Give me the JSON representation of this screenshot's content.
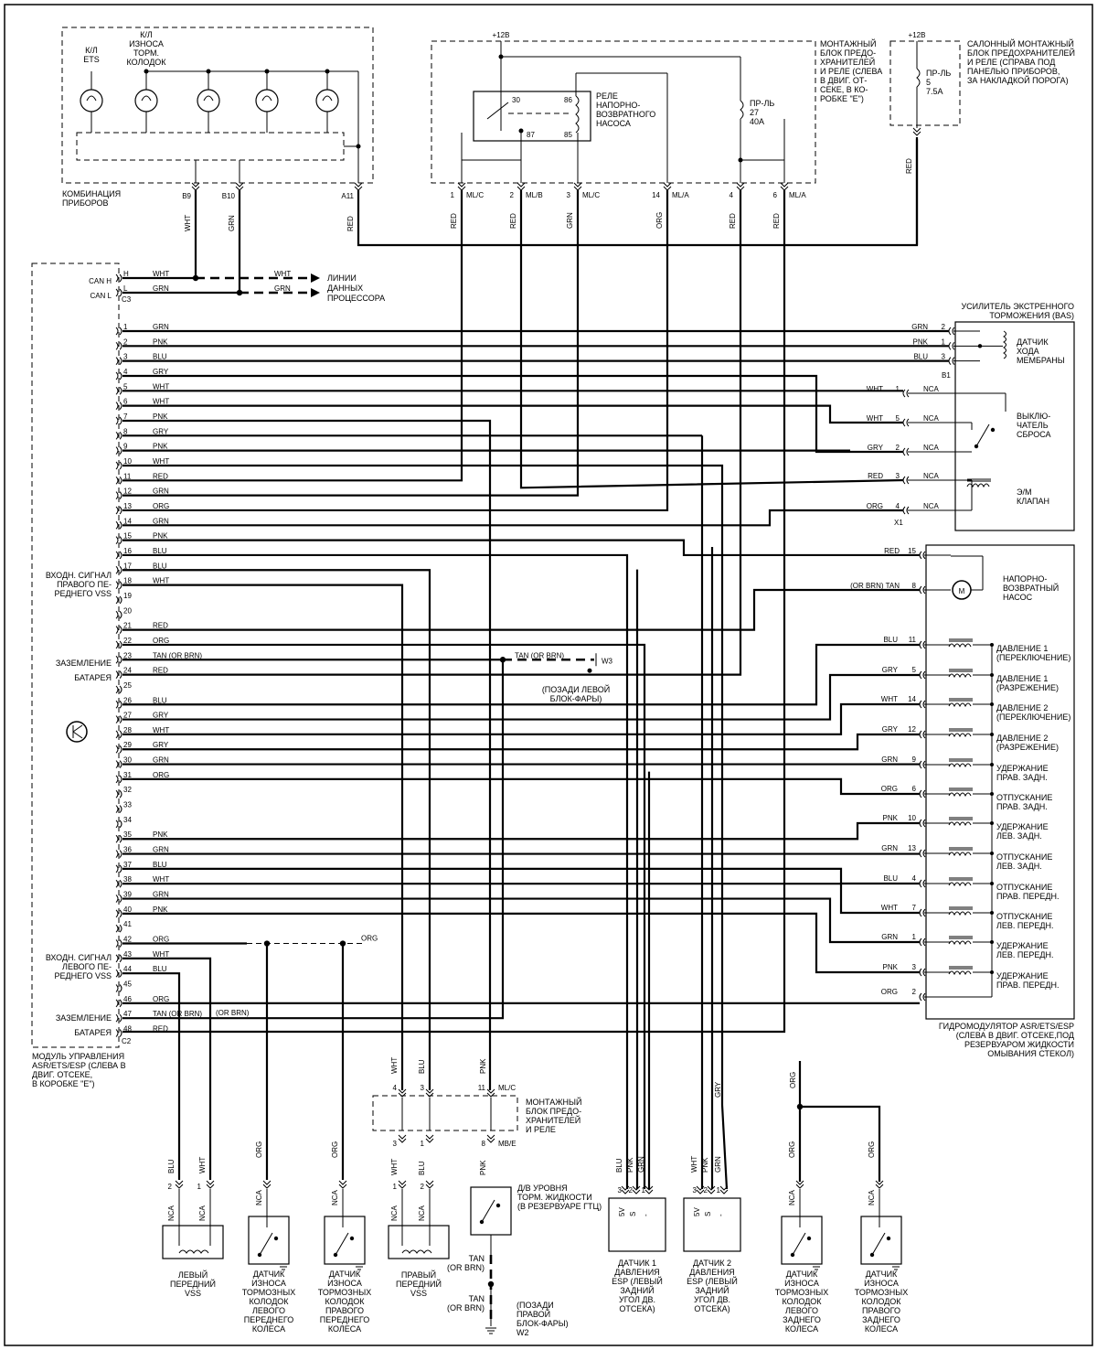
{
  "abs_module": {
    "caption": [
      "МОДУЛЬ УПРАВЛЕНИЯ",
      "ASR/ETS/ESP (СЛЕВА В",
      "ДВИГ. ОТСЕКЕ,",
      "В КОРОБКЕ \"E\")"
    ],
    "can_h": "CAN H",
    "can_l": "CAN L",
    "conn_top": "C3",
    "conn_bottom": "C2",
    "side_labels": {
      "right_vss": [
        "ВХОДН. СИГНАЛ",
        "ПРАВОГО ПЕ-",
        "РЕДНЕГО VSS"
      ],
      "ground1": [
        "ЗАЗЕМЛЕНИЕ",
        "БАТАРЕЯ"
      ],
      "left_vss": [
        "ВХОДН. СИГНАЛ",
        "ЛЕВОГО ПЕ-",
        "РЕДНЕГО VSS"
      ],
      "ground2": [
        "ЗАЗЕМЛЕНИЕ",
        "БАТАРЕЯ"
      ]
    },
    "pins": [
      {
        "n": "1",
        "c": "GRN"
      },
      {
        "n": "2",
        "c": "PNK"
      },
      {
        "n": "3",
        "c": "BLU"
      },
      {
        "n": "4",
        "c": "GRY"
      },
      {
        "n": "5",
        "c": "WHT"
      },
      {
        "n": "6",
        "c": "WHT"
      },
      {
        "n": "7",
        "c": "PNK"
      },
      {
        "n": "8",
        "c": "GRY"
      },
      {
        "n": "9",
        "c": "PNK"
      },
      {
        "n": "10",
        "c": "WHT"
      },
      {
        "n": "11",
        "c": "RED"
      },
      {
        "n": "12",
        "c": "GRN"
      },
      {
        "n": "13",
        "c": "ORG"
      },
      {
        "n": "14",
        "c": "GRN"
      },
      {
        "n": "15",
        "c": "PNK"
      },
      {
        "n": "16",
        "c": "BLU"
      },
      {
        "n": "17",
        "c": "BLU"
      },
      {
        "n": "18",
        "c": "WHT"
      },
      {
        "n": "19",
        "c": ""
      },
      {
        "n": "20",
        "c": ""
      },
      {
        "n": "21",
        "c": "RED"
      },
      {
        "n": "22",
        "c": "ORG"
      },
      {
        "n": "23",
        "c": "TAN (OR BRN)"
      },
      {
        "n": "24",
        "c": "RED"
      },
      {
        "n": "25",
        "c": ""
      },
      {
        "n": "26",
        "c": "BLU"
      },
      {
        "n": "27",
        "c": "GRY"
      },
      {
        "n": "28",
        "c": "WHT"
      },
      {
        "n": "29",
        "c": "GRY"
      },
      {
        "n": "30",
        "c": "GRN"
      },
      {
        "n": "31",
        "c": "ORG"
      },
      {
        "n": "32",
        "c": ""
      },
      {
        "n": "33",
        "c": ""
      },
      {
        "n": "34",
        "c": ""
      },
      {
        "n": "35",
        "c": "PNK"
      },
      {
        "n": "36",
        "c": "GRN"
      },
      {
        "n": "37",
        "c": "BLU"
      },
      {
        "n": "38",
        "c": "WHT"
      },
      {
        "n": "39",
        "c": "GRN"
      },
      {
        "n": "40",
        "c": "PNK"
      },
      {
        "n": "41",
        "c": ""
      },
      {
        "n": "42",
        "c": "ORG"
      },
      {
        "n": "43",
        "c": "WHT"
      },
      {
        "n": "44",
        "c": "BLU"
      },
      {
        "n": "45",
        "c": ""
      },
      {
        "n": "46",
        "c": "ORG"
      },
      {
        "n": "47",
        "c": "TAN (OR BRN)"
      },
      {
        "n": "48",
        "c": "RED"
      }
    ]
  },
  "can_lines": {
    "h_color": "WHT",
    "l_color": "GRN",
    "label": [
      "ЛИНИИ",
      "ДАННЫХ",
      "ПРОЦЕССОРА"
    ]
  },
  "cluster": {
    "caption": [
      "КОМБИНАЦИЯ",
      "ПРИБОРОВ"
    ],
    "lamp1": [
      "К/Л",
      "ETS"
    ],
    "lamp2": [
      "К/Л",
      "ИЗНОСА",
      "ТОРМ.",
      "КОЛОДОК"
    ],
    "pins": [
      "B9",
      "B10",
      "A11"
    ],
    "wires": [
      "WHT",
      "GRN",
      "RED"
    ]
  },
  "fuse_block": {
    "caption": [
      "МОНТАЖНЫЙ",
      "БЛОК ПРЕДО-",
      "ХРАНИТЕЛЕЙ",
      "И РЕЛЕ (СЛЕВА",
      "В ДВИГ. ОТ-",
      "СЕКЕ, В КО-",
      "РОБКЕ \"E\")"
    ],
    "plus": "+12В",
    "relay": [
      "РЕЛЕ",
      "НАПОРНО-",
      "ВОЗВРАТНОГО",
      "НАСОСА"
    ],
    "relay_pins": [
      "30",
      "86",
      "87",
      "85"
    ],
    "fuse": [
      "ПР-ЛЬ",
      "27",
      "40A"
    ],
    "pins": [
      {
        "n": "1",
        "c": "ML/C",
        "w": "RED"
      },
      {
        "n": "2",
        "c": "ML/B",
        "w": "RED"
      },
      {
        "n": "3",
        "c": "ML/C",
        "w": "GRN"
      },
      {
        "n": "14",
        "c": "ML/A",
        "w": "ORG"
      },
      {
        "n": "4",
        "c": "",
        "w": "RED"
      },
      {
        "n": "6",
        "c": "ML/A",
        "w": "RED"
      }
    ]
  },
  "cabin_block": {
    "plus": "+12В",
    "fuse": [
      "ПР-ЛЬ",
      "5",
      "7.5A"
    ],
    "caption": [
      "САЛОННЫЙ МОНТАЖНЫЙ",
      "БЛОК ПРЕДОХРАНИТЕЛЕЙ",
      "И РЕЛЕ (СПРАВА ПОД",
      "ПАНЕЛЬЮ ПРИБОРОВ,",
      "ЗА НАКЛАДКОЙ ПОРОГА)"
    ],
    "wire": "RED"
  },
  "bas": {
    "caption": [
      "УСИЛИТЕЛЬ ЭКСТРЕННОГО",
      "ТОРМОЖЕНИЯ (BAS)"
    ],
    "sensor": [
      "ДАТЧИК",
      "ХОДА",
      "МЕМБРАНЫ"
    ],
    "b1": "B1",
    "sensor_pins": [
      {
        "c": "GRN",
        "n": "2"
      },
      {
        "c": "PNK",
        "n": "1"
      },
      {
        "c": "BLU",
        "n": "3"
      }
    ],
    "switch": [
      "ВЫКЛЮ-",
      "ЧАТЕЛЬ",
      "СБРОСА"
    ],
    "valve": [
      "Э/М",
      "КЛАПАН"
    ],
    "x1": "X1",
    "nca": "NCA",
    "x1_pins": [
      {
        "c": "WHT",
        "n": "1"
      },
      {
        "c": "WHT",
        "n": "5"
      },
      {
        "c": "GRY",
        "n": "2"
      },
      {
        "c": "RED",
        "n": "3"
      },
      {
        "c": "ORG",
        "n": "4"
      }
    ]
  },
  "hcu": {
    "caption": [
      "ГИДРОМОДУЛЯТОР ASR/ETS/ESP",
      "(СЛЕВА В ДВИГ. ОТСЕКЕ,ПОД",
      "РЕЗЕРВУАРОМ ЖИДКОСТИ",
      "ОМЫВАНИЯ СТЕКОЛ)"
    ],
    "pump": [
      "НАПОРНО-",
      "ВОЗВРАТНЫЙ",
      "НАСОС"
    ],
    "pump_pins": [
      {
        "c": "RED",
        "n": "15"
      },
      {
        "c": "(OR BRN)  TAN",
        "n": "8"
      }
    ],
    "valves": [
      {
        "c": "BLU",
        "n": "11",
        "l": [
          "ДАВЛЕНИЕ 1",
          "(ПЕРЕКЛЮЧЕНИЕ)"
        ]
      },
      {
        "c": "GRY",
        "n": "5",
        "l": [
          "ДАВЛЕНИЕ 1",
          "(РАЗРЕЖЕНИЕ)"
        ]
      },
      {
        "c": "WHT",
        "n": "14",
        "l": [
          "ДАВЛЕНИЕ 2",
          "(ПЕРЕКЛЮЧЕНИЕ)"
        ]
      },
      {
        "c": "GRY",
        "n": "12",
        "l": [
          "ДАВЛЕНИЕ 2",
          "(РАЗРЕЖЕНИЕ)"
        ]
      },
      {
        "c": "GRN",
        "n": "9",
        "l": [
          "УДЕРЖАНИЕ",
          "ПРАВ. ЗАДН."
        ]
      },
      {
        "c": "ORG",
        "n": "6",
        "l": [
          "ОТПУСКАНИЕ",
          "ПРАВ. ЗАДН."
        ]
      },
      {
        "c": "PNK",
        "n": "10",
        "l": [
          "УДЕРЖАНИЕ",
          "ЛЕВ. ЗАДН."
        ]
      },
      {
        "c": "GRN",
        "n": "13",
        "l": [
          "ОТПУСКАНИЕ",
          "ЛЕВ. ЗАДН."
        ]
      },
      {
        "c": "BLU",
        "n": "4",
        "l": [
          "ОТПУСКАНИЕ",
          "ПРАВ. ПЕРЕДН."
        ]
      },
      {
        "c": "WHT",
        "n": "7",
        "l": [
          "ОТПУСКАНИЕ",
          "ЛЕВ. ПЕРЕДН."
        ]
      },
      {
        "c": "GRN",
        "n": "1",
        "l": [
          "УДЕРЖАНИЕ",
          "ЛЕВ. ПЕРЕДН."
        ]
      },
      {
        "c": "PNK",
        "n": "3",
        "l": [
          "УДЕРЖАНИЕ",
          "ПРАВ. ПЕРЕДН."
        ]
      }
    ],
    "ground_pin": {
      "c": "ORG",
      "n": "2"
    }
  },
  "ground_w3": {
    "color": "TAN  (OR BRN)",
    "label": "W3",
    "caption": [
      "(ПОЗАДИ ЛЕВОЙ",
      "БЛОК-ФАРЫ)"
    ]
  },
  "org_junction": "ORG",
  "tan_note": "(OR BRN)",
  "bottom_block": {
    "caption": [
      "МОНТАЖНЫЙ",
      "БЛОК ПРЕДО-",
      "ХРАНИТЕЛЕЙ",
      "И РЕЛЕ"
    ],
    "top": [
      {
        "n": "4",
        "w": "WHT"
      },
      {
        "n": "3",
        "w": "BLU"
      },
      {
        "n": "11",
        "w": "PNK"
      }
    ],
    "top_conn": "ML/C",
    "bottom": [
      {
        "n": "3",
        "w": "WHT"
      },
      {
        "n": "1",
        "w": "BLU"
      },
      {
        "n": "8",
        "w": "PNK"
      }
    ],
    "bottom_conn": "MB/E"
  },
  "bottom_components": {
    "left_vss": {
      "caption": [
        "ЛЕВЫЙ",
        "ПЕРЕДНИЙ",
        "VSS"
      ],
      "wires": [
        "BLU",
        "WHT"
      ],
      "pins": [
        "2",
        "1"
      ],
      "nca": "NCA"
    },
    "wear_lf": {
      "caption": [
        "ДАТЧИК",
        "ИЗНОСА",
        "ТОРМОЗНЫХ",
        "КОЛОДОК",
        "ЛЕВОГО",
        "ПЕРЕДНЕГО",
        "КОЛЕСА"
      ],
      "wire": "ORG",
      "nca": "NCA"
    },
    "wear_rf": {
      "caption": [
        "ДАТЧИК",
        "ИЗНОСА",
        "ТОРМОЗНЫХ",
        "КОЛОДОК",
        "ПРАВОГО",
        "ПЕРЕДНЕГО",
        "КОЛЕСА"
      ],
      "wire": "ORG",
      "nca": "NCA"
    },
    "right_vss": {
      "caption": [
        "ПРАВЫЙ",
        "ПЕРЕДНИЙ",
        "VSS"
      ],
      "wires": [
        "WHT",
        "BLU"
      ],
      "pins": [
        "1",
        "2"
      ],
      "nca": "NCA"
    },
    "fluid_level": {
      "caption": [
        "Д/В УРОВНЯ",
        "ТОРМ. ЖИДКОСТИ",
        "(В РЕЗЕРВУАРЕ ГТЦ)"
      ],
      "wire": "PNK",
      "tan1": [
        "TAN",
        "(OR BRN)"
      ],
      "tan2": [
        "TAN",
        "(OR BRN)"
      ],
      "ground": [
        "(ПОЗАДИ",
        "ПРАВОЙ",
        "БЛОК-ФАРЫ)",
        "W2"
      ]
    },
    "pressure1": {
      "caption": [
        "ДАТЧИК 1",
        "ДАВЛЕНИЯ",
        "ESP (ЛЕВЫЙ",
        "ЗАДНИЙ",
        "УГОЛ ДВ.",
        "ОТСЕКА)"
      ],
      "wires": [
        "BLU",
        "PNK",
        "GRN"
      ],
      "pins": [
        "3",
        "2",
        "1"
      ],
      "terms": [
        "5V",
        "S",
        "-"
      ]
    },
    "pressure2": {
      "caption": [
        "ДАТЧИК 2",
        "ДАВЛЕНИЯ",
        "ESP (ЛЕВЫЙ",
        "ЗАДНИЙ",
        "УГОЛ ДВ.",
        "ОТСЕКА)"
      ],
      "wires": [
        "WHT",
        "PNK",
        "GRN",
        "GRY"
      ],
      "pins": [
        "3",
        "2",
        "1"
      ],
      "terms": [
        "5V",
        "S",
        "-"
      ]
    },
    "wear_lr": {
      "caption": [
        "ДАТЧИК",
        "ИЗНОСА",
        "ТОРМОЗНЫХ",
        "КОЛОДОК",
        "ЛЕВОГО",
        "ЗАДНЕГО",
        "КОЛЕСА"
      ],
      "wire": "ORG",
      "nca": "NCA"
    },
    "wear_rr": {
      "caption": [
        "ДАТЧИК",
        "ИЗНОСА",
        "ТОРМОЗНЫХ",
        "КОЛОДОК",
        "ПРАВОГО",
        "ЗАДНЕГО",
        "КОЛЕСА"
      ],
      "wire": "ORG",
      "nca": "NCA"
    }
  }
}
